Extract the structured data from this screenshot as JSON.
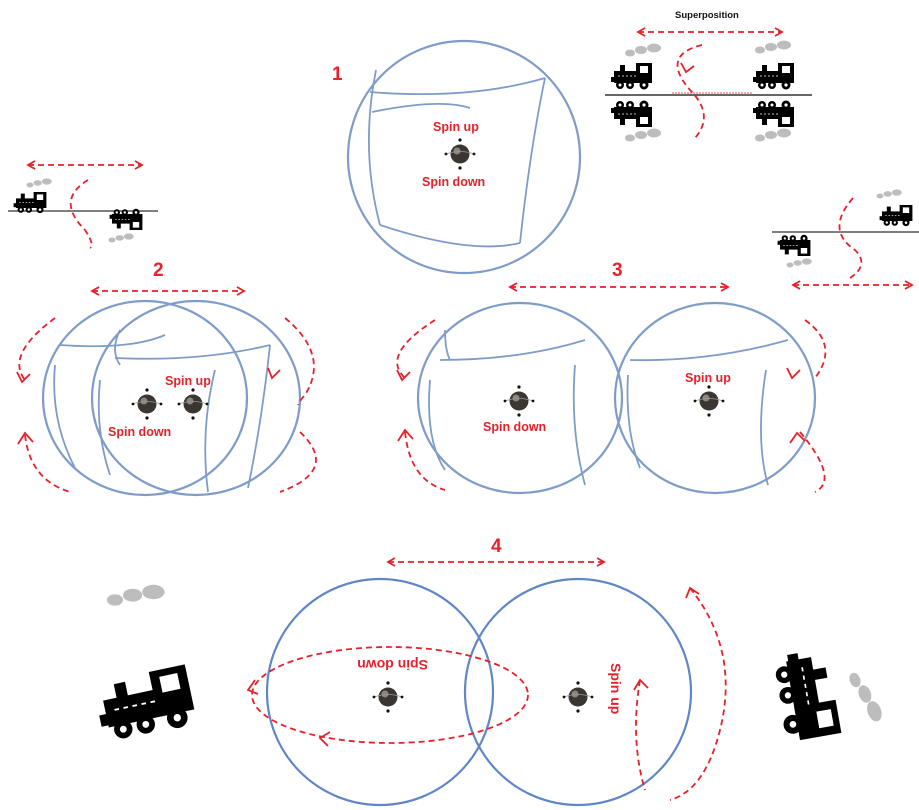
{
  "figure": {
    "superposition_label": "Superposition",
    "panels": [
      {
        "number": "1",
        "spin_top": "Spin up",
        "spin_bottom": "Spin down"
      },
      {
        "number": "2",
        "spin_top": "Spin up",
        "spin_bottom": "Spin down"
      },
      {
        "number": "3",
        "spin_top": "Spin up",
        "spin_bottom": "Spin down"
      },
      {
        "number": "4",
        "spin_left": "Spin down",
        "spin_right": "Spin up"
      }
    ],
    "colors": {
      "arrow": "#e8202a",
      "ball_outline": "#7f9cc9",
      "circle": "#5f86c7",
      "train": "#000000",
      "smoke": "#b8b8b8"
    }
  }
}
